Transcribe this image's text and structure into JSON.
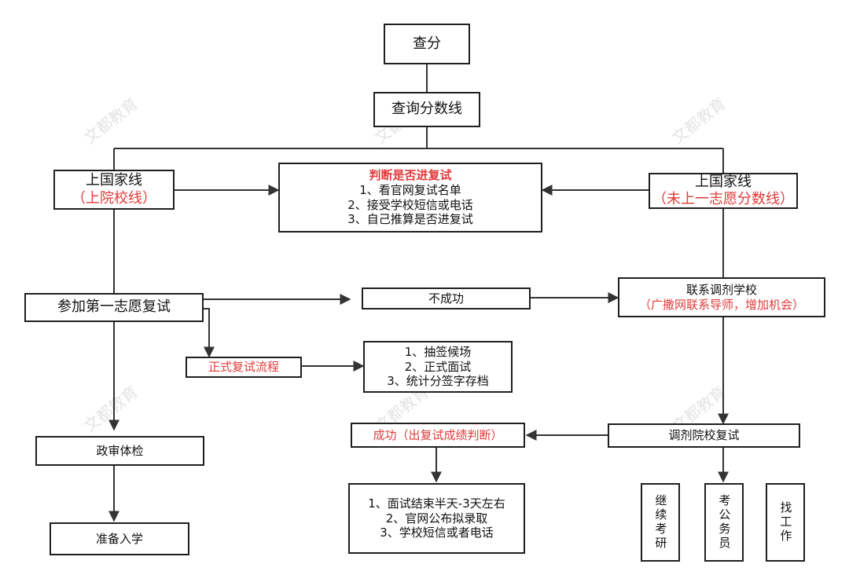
{
  "watermark": "文都教育",
  "nodes": {
    "check_score": "查分",
    "query_line": "查询分数线",
    "left_top": {
      "line1": "上国家线",
      "line2": "（上院校线）"
    },
    "judge": {
      "title": "判断是否进复试",
      "items": [
        "1、看官网复试名单",
        "2、接受学校短信或电话",
        "3、自己推算是否进复试"
      ]
    },
    "right_top": {
      "line1": "上国家线",
      "line2": "（未上一志愿分数线）"
    },
    "first_choice_retest": "参加第一志愿复试",
    "fail": "不成功",
    "contact_adjust": {
      "line1": "联系调剂学校",
      "line2": "（广撒网联系导师，增加机会）"
    },
    "formal_process": "正式复试流程",
    "process_steps": [
      "1、抽签候场",
      "2、正式面试",
      "3、统计分签字存档"
    ],
    "political_exam": "政审体检",
    "success": "成功（出复试成绩判断）",
    "adjust_retest": "调剂院校复试",
    "prepare_enroll": "准备入学",
    "result_steps": [
      "1、面试结束半天-3天左右",
      "2、官网公布拟录取",
      "3、学校短信或者电话"
    ],
    "continue_exam": "继续考研",
    "civil_servant": "考公务员",
    "find_job": "找工作"
  }
}
